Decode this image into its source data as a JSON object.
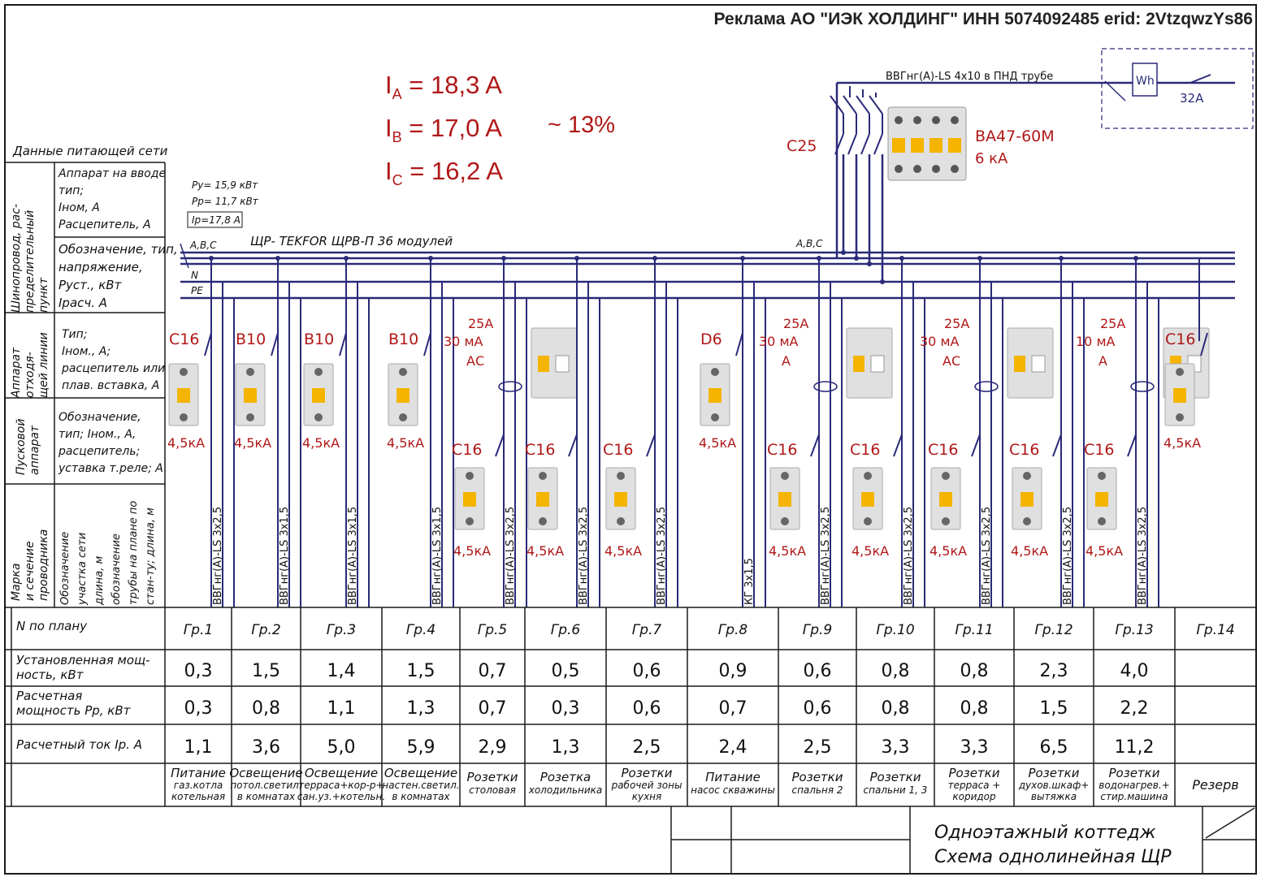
{
  "ad": "Реклама АО \"ИЭК ХОЛДИНГ\" ИНН 5074092485 erid: 2VtzqwzYs86",
  "currents": {
    "a": {
      "sym": "I",
      "sub": "A",
      "val": " = 18,3 A"
    },
    "b": {
      "sym": "I",
      "sub": "B",
      "val": " = 17,0 A"
    },
    "c": {
      "sym": "I",
      "sub": "C",
      "val": " = 16,2 A"
    },
    "imbalance": "~ 13%"
  },
  "feeder": {
    "cable": "ВВГнг(А)-LS  4х10 в ПНД трубе",
    "meter": "Wh",
    "meter_breaker": "32А",
    "input_breaker": "С25",
    "model": "ВА47-60М",
    "breaking": "6 кА"
  },
  "board": {
    "name": "ЩР- TEKFOR ЩРВ-П 36 модулей",
    "phases_left": "А,В,С",
    "phases_right": "А,В,С",
    "n": "N",
    "pe": "PE",
    "py": "Ру= 15,9 кВт",
    "pp": "Рр= 11,7 кВт",
    "ip": "Iр=17,8 А"
  },
  "left_header": {
    "title": "Данные питающей сети",
    "sections": [
      {
        "label": "Шинопровод, рас-\nпределительный\nпункт",
        "rows": [
          "Аппарат на вводе\nтип;\nIном, А\nРасцепитель, А",
          "Обозначение, тип,\nнапряжение,\nРуст., кВт\nIрасч. А"
        ]
      },
      {
        "label": "Аппарат\nотходя-\nщей линии",
        "rows": [
          "Тип;\nIном., А;\nрасцепитель или\nплав. вставка, А"
        ]
      },
      {
        "label": "Пусковой\nаппарат",
        "rows": [
          "Обозначение,\nтип; Iном., А,\nрасцепитель;\nуставка т.реле; А"
        ]
      },
      {
        "label": "Марка\nи сечение\nпроводника",
        "rows": [
          "Обозначение\nучастка сети\nдлина, м\nобозначение\nтрубы на плане по\nстан-ту; длина, м"
        ]
      }
    ]
  },
  "table": {
    "row_labels": [
      "N по плану",
      "Установленная мощ-\nность, кВт",
      "Расчетная\nмощность Рр, кВт",
      "Расчетный ток Iр. А"
    ],
    "groups": [
      {
        "n": "Гр.1",
        "p": "0,3",
        "pp": "0,3",
        "i": "1,1",
        "desc": "Питание\nгаз.котла\nкотельная",
        "brk": "С16",
        "ka": "4,5кА",
        "cable": "ВВГнг(А)-LS 3х2,5",
        "rcd": "",
        "rcd_ma": "",
        "rcd_type": "",
        "sub": "",
        "sub_ka": ""
      },
      {
        "n": "Гр.2",
        "p": "1,5",
        "pp": "0,8",
        "i": "3,6",
        "desc": "Освещение\nпотол.светил.\nв комнатах",
        "brk": "В10",
        "ka": "4,5кА",
        "cable": "ВВГнг(А)-LS 3х1,5",
        "rcd": "",
        "rcd_ma": "",
        "rcd_type": "",
        "sub": "",
        "sub_ka": ""
      },
      {
        "n": "Гр.3",
        "p": "1,4",
        "pp": "1,1",
        "i": "5,0",
        "desc": "Освещение\nтерраса+кор-р+\nсан.уз.+котельн.",
        "brk": "В10",
        "ka": "4,5кА",
        "cable": "ВВГнг(А)-LS 3х1,5",
        "rcd": "",
        "rcd_ma": "",
        "rcd_type": "",
        "sub": "",
        "sub_ka": ""
      },
      {
        "n": "Гр.4",
        "p": "1,5",
        "pp": "1,3",
        "i": "5,9",
        "desc": "Освещение\nнастен.светил.\nв комнатах",
        "brk": "В10",
        "ka": "4,5кА",
        "cable": "ВВГнг(А)-LS 3х1,5",
        "rcd": "",
        "rcd_ma": "",
        "rcd_type": "",
        "sub": "",
        "sub_ka": ""
      },
      {
        "n": "Гр.5",
        "p": "0,7",
        "pp": "0,7",
        "i": "2,9",
        "desc": "Розетки\nстоловая",
        "brk": "",
        "ka": "",
        "cable": "ВВГнг(А)-LS 3х2,5",
        "rcd": "25А",
        "rcd_ma": "30 мА",
        "rcd_type": "АС",
        "sub": "С16",
        "sub_ka": "4,5кА"
      },
      {
        "n": "Гр.6",
        "p": "0,5",
        "pp": "0,3",
        "i": "1,3",
        "desc": "Розетка\nхолодильника",
        "brk": "",
        "ka": "",
        "cable": "ВВГнг(А)-LS 3х2,5",
        "rcd": "",
        "rcd_ma": "",
        "rcd_type": "",
        "sub": "С16",
        "sub_ka": "4,5кА"
      },
      {
        "n": "Гр.7",
        "p": "0,6",
        "pp": "0,6",
        "i": "2,5",
        "desc": "Розетки\nрабочей зоны\nкухня",
        "brk": "",
        "ka": "",
        "cable": "ВВГнг(А)-LS 3х2,5",
        "rcd": "",
        "rcd_ma": "",
        "rcd_type": "",
        "sub": "С16",
        "sub_ka": "4,5кА"
      },
      {
        "n": "Гр.8",
        "p": "0,9",
        "pp": "0,7",
        "i": "2,4",
        "desc": "Питание\nнасос скважины",
        "brk": "D6",
        "ka": "4,5кА",
        "cable": "КГ 3х1,5",
        "rcd": "",
        "rcd_ma": "",
        "rcd_type": "",
        "sub": "",
        "sub_ka": ""
      },
      {
        "n": "Гр.9",
        "p": "0,6",
        "pp": "0,6",
        "i": "2,5",
        "desc": "Розетки\nспальня 2",
        "brk": "",
        "ka": "",
        "cable": "ВВГнг(А)-LS 3х2,5",
        "rcd": "25А",
        "rcd_ma": "30 мА",
        "rcd_type": "А",
        "sub": "С16",
        "sub_ka": "4,5кА"
      },
      {
        "n": "Гр.10",
        "p": "0,8",
        "pp": "0,8",
        "i": "3,3",
        "desc": "Розетки\nспальни 1, 3",
        "brk": "",
        "ka": "",
        "cable": "ВВГнг(А)-LS 3х2,5",
        "rcd": "",
        "rcd_ma": "",
        "rcd_type": "",
        "sub": "С16",
        "sub_ka": "4,5кА"
      },
      {
        "n": "Гр.11",
        "p": "0,8",
        "pp": "0,8",
        "i": "3,3",
        "desc": "Розетки\nтерраса +\nкоридор",
        "brk": "",
        "ka": "",
        "cable": "ВВГнг(А)-LS 3х2,5",
        "rcd": "25А",
        "rcd_ma": "30 мА",
        "rcd_type": "АС",
        "sub": "С16",
        "sub_ka": "4,5кА"
      },
      {
        "n": "Гр.12",
        "p": "2,3",
        "pp": "1,5",
        "i": "6,5",
        "desc": "Розетки\nдухов.шкаф+\nвытяжка",
        "brk": "",
        "ka": "",
        "cable": "ВВГнг(А)-LS 3х2,5",
        "rcd": "",
        "rcd_ma": "",
        "rcd_type": "",
        "sub": "С16",
        "sub_ka": "4,5кА"
      },
      {
        "n": "Гр.13",
        "p": "4,0",
        "pp": "2,2",
        "i": "11,2",
        "desc": "Розетки\nводонагрев.+\nстир.машина",
        "brk": "",
        "ka": "",
        "cable": "ВВГнг(А)-LS 3х2,5",
        "rcd": "25А",
        "rcd_ma": "10 мА",
        "rcd_type": "А",
        "sub": "С16",
        "sub_ka": "4,5кА"
      },
      {
        "n": "Гр.14",
        "p": "",
        "pp": "",
        "i": "",
        "desc": "Резерв",
        "brk": "С16",
        "ka": "4,5кА",
        "cable": "",
        "rcd": "",
        "rcd_ma": "",
        "rcd_type": "",
        "sub": "",
        "sub_ka": ""
      }
    ]
  },
  "title_block": {
    "line1": "Одноэтажный коттедж",
    "line2": "Схема однолинейная ЩР"
  },
  "colors": {
    "wire": "#2a2a7a",
    "label": "#b01818",
    "frame": "#1a1a1a",
    "device": "#e0e0e0",
    "toggle": "#f4b400"
  }
}
